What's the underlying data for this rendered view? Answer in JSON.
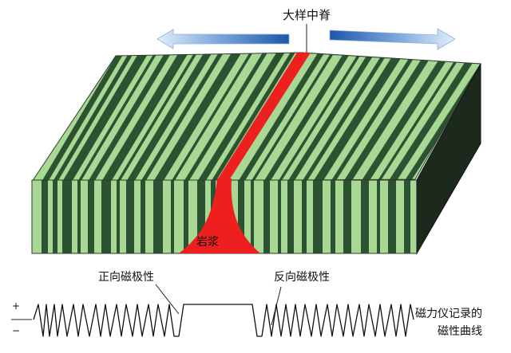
{
  "labels": {
    "ridge": "大样中脊",
    "magma": "岩浆",
    "normal_polarity": "正向磁极性",
    "reverse_polarity": "反向磁极性",
    "record_line1": "磁力仪记录的",
    "record_line2": "磁性曲线",
    "plus": "+",
    "minus": "−"
  },
  "colors": {
    "normal_stripe": "#a7d894",
    "reverse_stripe": "#2c5231",
    "magma": "#ee1f1f",
    "arrow_light": "#d3e6f6",
    "arrow_dark": "#1d57a9"
  }
}
